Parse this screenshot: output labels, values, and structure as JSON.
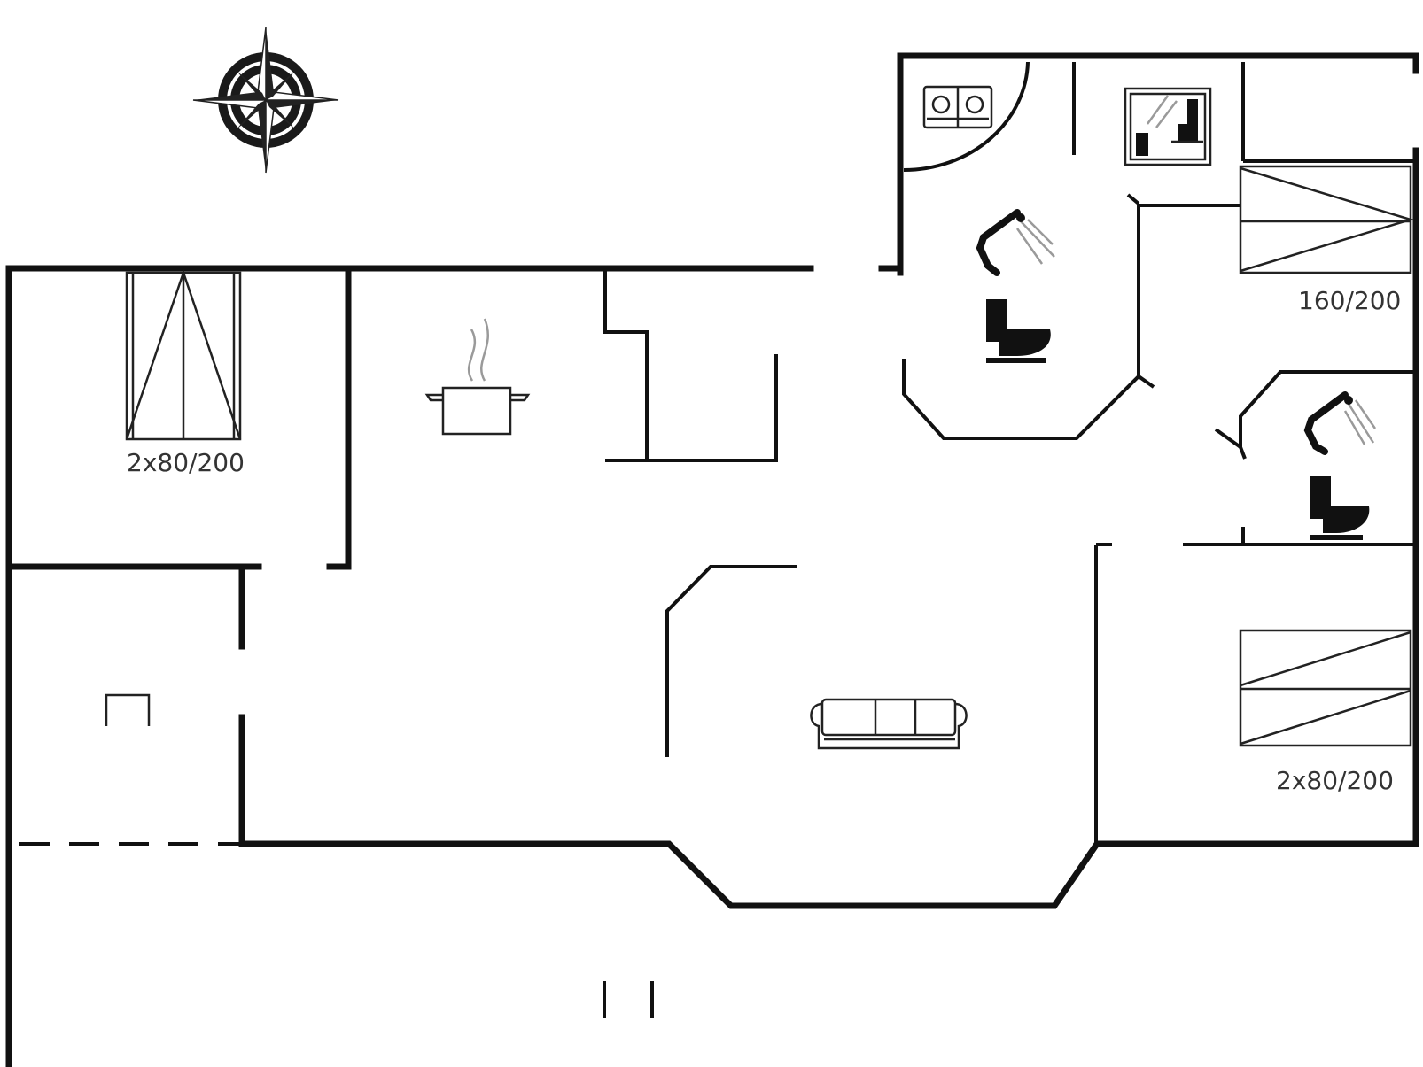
{
  "floorplan": {
    "colors": {
      "wall": "#111111",
      "background": "#ffffff",
      "fixture_gray": "#9a9a9a"
    },
    "icons": [
      "compass-rose-icon",
      "stove-pot-icon",
      "sofa-icon",
      "toilet-icon",
      "shower-icon",
      "washer-dryer-icon",
      "sauna-icon"
    ],
    "bed_labels": {
      "bedroom_left": "2x80/200",
      "bedroom_right_top": "160/200",
      "bedroom_right_bottom": "2x80/200"
    }
  }
}
